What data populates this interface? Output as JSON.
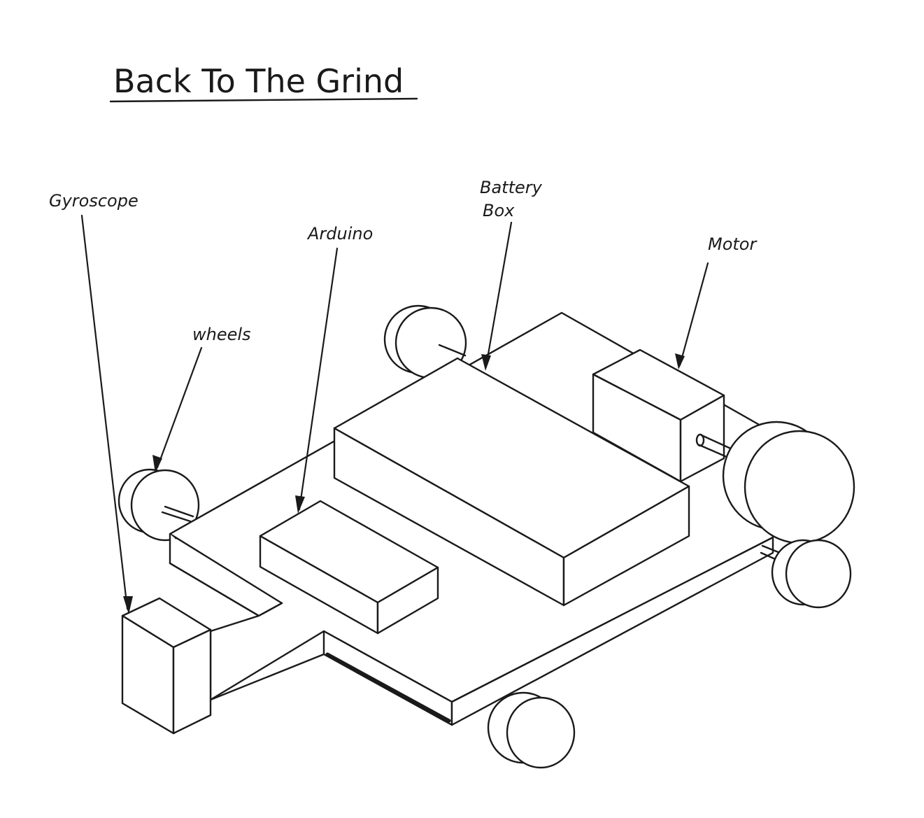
{
  "title": "Back To The Grind",
  "labels": {
    "gyroscope": "Gyroscope",
    "wheels": "wheels",
    "arduino": "Arduino",
    "battery_line1": "Battery",
    "battery_line2": "Box",
    "motor": "Motor"
  },
  "colors": {
    "ink": "#1a1a1a",
    "paper": "#ffffff"
  }
}
